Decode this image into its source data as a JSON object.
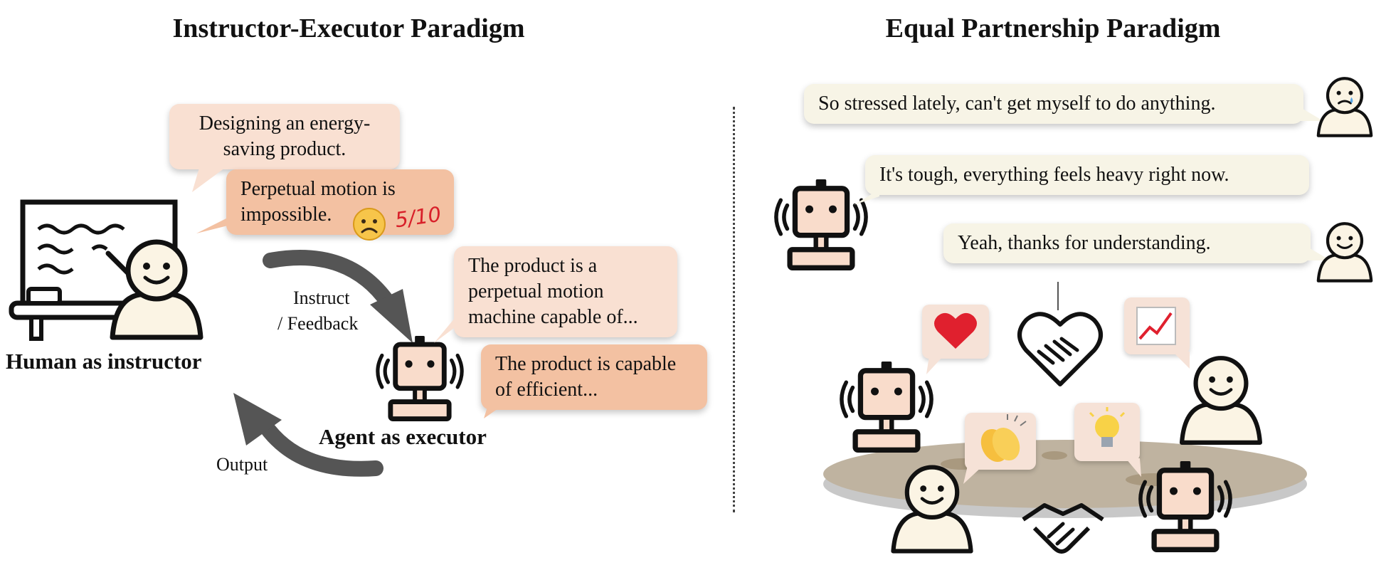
{
  "left": {
    "title": "Instructor-Executor Paradigm",
    "bubble_design": "Designing an energy-saving product.",
    "bubble_perpetual": "Perpetual motion is impossible.",
    "score": "5/10",
    "bubble_product1": "The product is a perpetual motion machine capable of...",
    "bubble_product2": "The product is capable of efficient...",
    "instruct_label_1": "Instruct",
    "instruct_label_2": "/ Feedback",
    "output_label": "Output",
    "human_label": "Human as instructor",
    "agent_label": "Agent as executor"
  },
  "right": {
    "title": "Equal Partnership Paradigm",
    "bubble_stressed": "So stressed lately, can't get myself to do anything.",
    "bubble_tough": "It's tough, everything feels heavy right now.",
    "bubble_thanks": "Yeah, thanks for understanding."
  },
  "colors": {
    "bubble_light": "#f9e0d2",
    "bubble_dark": "#f3c1a2",
    "bubble_cream": "#f7f4e6",
    "robot_face": "#f9dccb",
    "human_face": "#fbf4e4",
    "table": "#bfb3a0"
  },
  "icons": [
    "sad-face-emoji",
    "heart-emoji",
    "chart-increasing-emoji",
    "clapping-hands-emoji",
    "light-bulb-emoji",
    "heart-handshake-icon",
    "handshake-icon"
  ]
}
